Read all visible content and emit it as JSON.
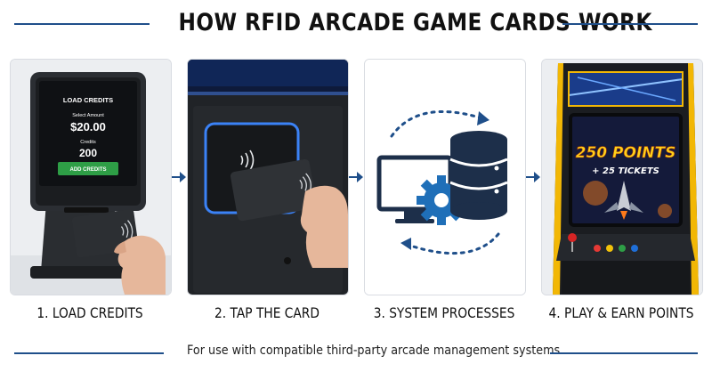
{
  "title": "HOW RFID ARCADE GAME CARDS WORK",
  "steps": [
    {
      "caption": "1. LOAD CREDITS"
    },
    {
      "caption": "2. TAP THE CARD"
    },
    {
      "caption": "3. SYSTEM PROCESSES"
    },
    {
      "caption": "4. PLAY & EARN POINTS"
    }
  ],
  "kiosk_screen": {
    "heading": "LOAD CREDITS",
    "amount_label": "Select Amount",
    "amount": "$20.00",
    "credits_label": "Credits",
    "credits": "200",
    "button": "ADD CREDITS"
  },
  "arcade_screen": {
    "points": "250 POINTS",
    "tickets": "+ 25 TICKETS"
  },
  "footer": "For use with compatible third-party arcade management systems.",
  "colors": {
    "accent": "#1f4f8a",
    "kiosk_button": "#2e9e46",
    "nfc_glow": "#3b82f6",
    "arcade_trim": "#f2b705",
    "points_text": "#ffd21a"
  },
  "icons": [
    "nfc-contactless-icon",
    "monitor-icon",
    "gear-icon",
    "database-icon",
    "cycle-arrow-icon"
  ]
}
